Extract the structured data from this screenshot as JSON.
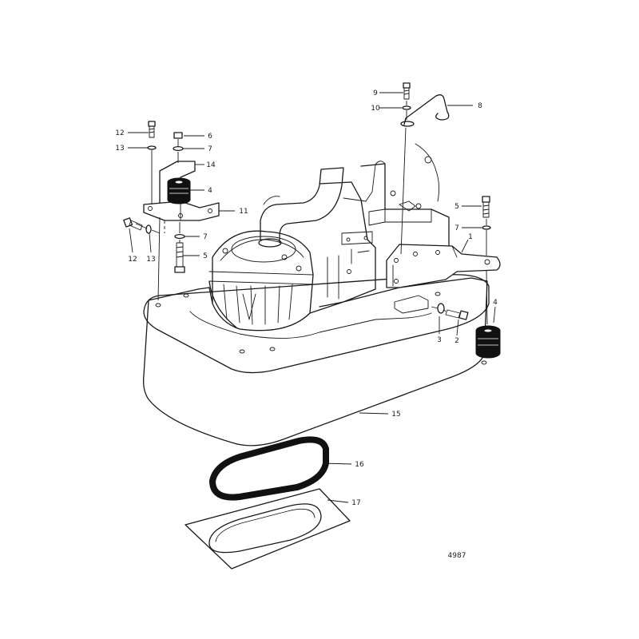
{
  "drawing_number": "4987",
  "callouts": [
    "1",
    "2",
    "3",
    "4",
    "5",
    "6",
    "7",
    "8",
    "9",
    "10",
    "11",
    "12",
    "13",
    "14",
    "15",
    "16",
    "17"
  ]
}
